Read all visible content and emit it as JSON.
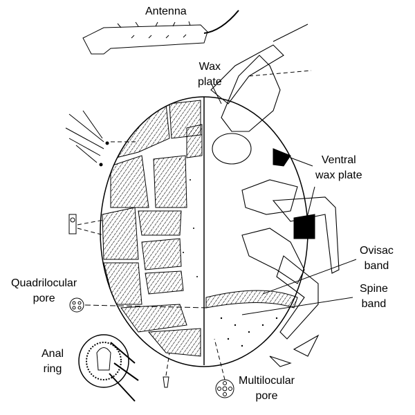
{
  "labels": {
    "antenna": "Antenna",
    "wax_plate": [
      "Wax",
      "plate"
    ],
    "ventral_wax_plate": [
      "Ventral",
      "wax plate"
    ],
    "ovisac_band": [
      "Ovisac",
      "band"
    ],
    "spine_band": [
      "Spine",
      "band"
    ],
    "quadrilocular_pore": [
      "Quadrilocular",
      "pore"
    ],
    "anal_ring": [
      "Anal",
      "ring"
    ],
    "multilocular_pore": [
      "Multilocular",
      "pore"
    ]
  },
  "colors": {
    "ink": "#000000",
    "background": "#ffffff"
  }
}
